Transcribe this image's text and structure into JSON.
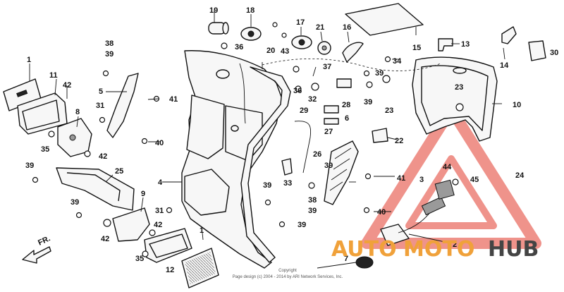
{
  "callouts": [
    {
      "id": "c1a",
      "label": "1"
    },
    {
      "id": "c1b",
      "label": "1"
    },
    {
      "id": "c2",
      "label": "2"
    },
    {
      "id": "c3",
      "label": "3"
    },
    {
      "id": "c4",
      "label": "4"
    },
    {
      "id": "c5",
      "label": "5"
    },
    {
      "id": "c6",
      "label": "6"
    },
    {
      "id": "c7",
      "label": "7"
    },
    {
      "id": "c8",
      "label": "8"
    },
    {
      "id": "c9",
      "label": "9"
    },
    {
      "id": "c10",
      "label": "10"
    },
    {
      "id": "c11",
      "label": "11"
    },
    {
      "id": "c12",
      "label": "12"
    },
    {
      "id": "c13",
      "label": "13"
    },
    {
      "id": "c14",
      "label": "14"
    },
    {
      "id": "c15",
      "label": "15"
    },
    {
      "id": "c16",
      "label": "16"
    },
    {
      "id": "c17",
      "label": "17"
    },
    {
      "id": "c18",
      "label": "18"
    },
    {
      "id": "c19",
      "label": "19"
    },
    {
      "id": "c20",
      "label": "20"
    },
    {
      "id": "c21",
      "label": "21"
    },
    {
      "id": "c22",
      "label": "22"
    },
    {
      "id": "c23a",
      "label": "23"
    },
    {
      "id": "c23b",
      "label": "23"
    },
    {
      "id": "c24",
      "label": "24"
    },
    {
      "id": "c25",
      "label": "25"
    },
    {
      "id": "c26",
      "label": "26"
    },
    {
      "id": "c27",
      "label": "27"
    },
    {
      "id": "c28",
      "label": "28"
    },
    {
      "id": "c29",
      "label": "29"
    },
    {
      "id": "c30",
      "label": "30"
    },
    {
      "id": "c31a",
      "label": "31"
    },
    {
      "id": "c31b",
      "label": "31"
    },
    {
      "id": "c32",
      "label": "32"
    },
    {
      "id": "c33",
      "label": "33"
    },
    {
      "id": "c34",
      "label": "34"
    },
    {
      "id": "c35a",
      "label": "35"
    },
    {
      "id": "c35b",
      "label": "35"
    },
    {
      "id": "c36a",
      "label": "36"
    },
    {
      "id": "c36b",
      "label": "36"
    },
    {
      "id": "c37",
      "label": "37"
    },
    {
      "id": "c38a",
      "label": "38"
    },
    {
      "id": "c39a",
      "label": "39"
    },
    {
      "id": "c38b",
      "label": "38"
    },
    {
      "id": "c39b",
      "label": "39"
    },
    {
      "id": "c39c",
      "label": "39"
    },
    {
      "id": "c39d",
      "label": "39"
    },
    {
      "id": "c39e",
      "label": "39"
    },
    {
      "id": "c39f",
      "label": "39"
    },
    {
      "id": "c39g",
      "label": "39"
    },
    {
      "id": "c39h",
      "label": "39"
    },
    {
      "id": "c39i",
      "label": "39"
    },
    {
      "id": "c40a",
      "label": "40"
    },
    {
      "id": "c40b",
      "label": "40"
    },
    {
      "id": "c41a",
      "label": "41"
    },
    {
      "id": "c41b",
      "label": "41"
    },
    {
      "id": "c42a",
      "label": "42"
    },
    {
      "id": "c42b",
      "label": "42"
    },
    {
      "id": "c42c",
      "label": "42"
    },
    {
      "id": "c42d",
      "label": "42"
    },
    {
      "id": "c43",
      "label": "43"
    },
    {
      "id": "c44",
      "label": "44"
    },
    {
      "id": "c45",
      "label": "45"
    }
  ],
  "direction_label": "FR.",
  "copyright": {
    "line1": "Copyright",
    "line2": "Page design (c) 2004 - 2014 by ARI Network Services, Inc."
  },
  "watermark": {
    "auto": "AUTO",
    "moto": "MOTO",
    "hub": "HUB",
    "accent_color": "#f0a13a",
    "triangle_color": "#e23b2e"
  }
}
